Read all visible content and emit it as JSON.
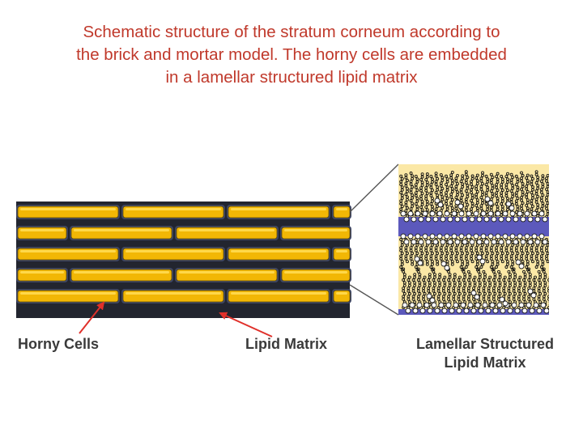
{
  "caption": {
    "lines": [
      "Schematic structure of the stratum corneum according to",
      "the brick and mortar model. The horny cells are embedded",
      "in a lamellar structured lipid matrix"
    ]
  },
  "labels": {
    "horny_cells": "Horny Cells",
    "lipid_matrix": "Lipid Matrix",
    "lamellar_line1": "Lamellar Structured",
    "lamellar_line2": "Lipid Matrix"
  },
  "colors": {
    "caption": "#c0392b",
    "brick_fill": "#f2b705",
    "mortar": "#22252f",
    "lipid_background": "#fbe8a6",
    "head_group_band": "#3f3fc0",
    "arrow": "#e0302a"
  }
}
